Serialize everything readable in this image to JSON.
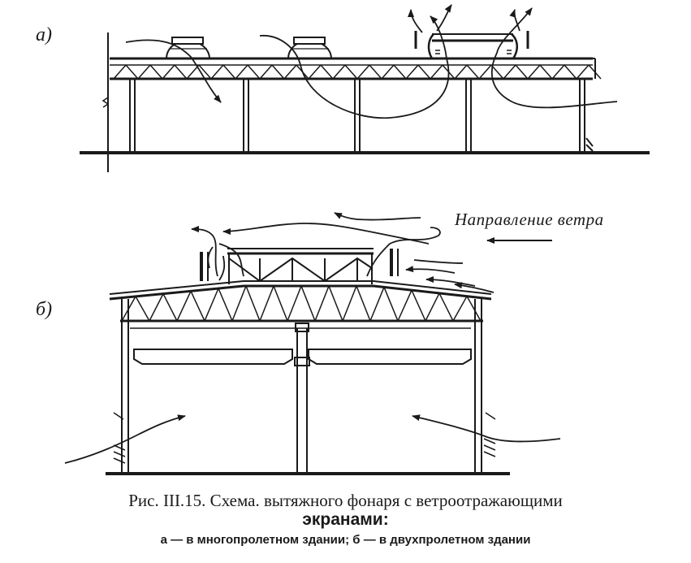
{
  "figure": {
    "panel_a_label": "а)",
    "panel_b_label": "б)",
    "wind_direction_label": "Направление ветра"
  },
  "caption": {
    "line1": "Рис. III.15. Схема. вытяжного фонаря с ветроотражающими",
    "line2": "экранами:",
    "line3": "а — в многопролетном здании; б — в двухпролетном здании"
  }
}
